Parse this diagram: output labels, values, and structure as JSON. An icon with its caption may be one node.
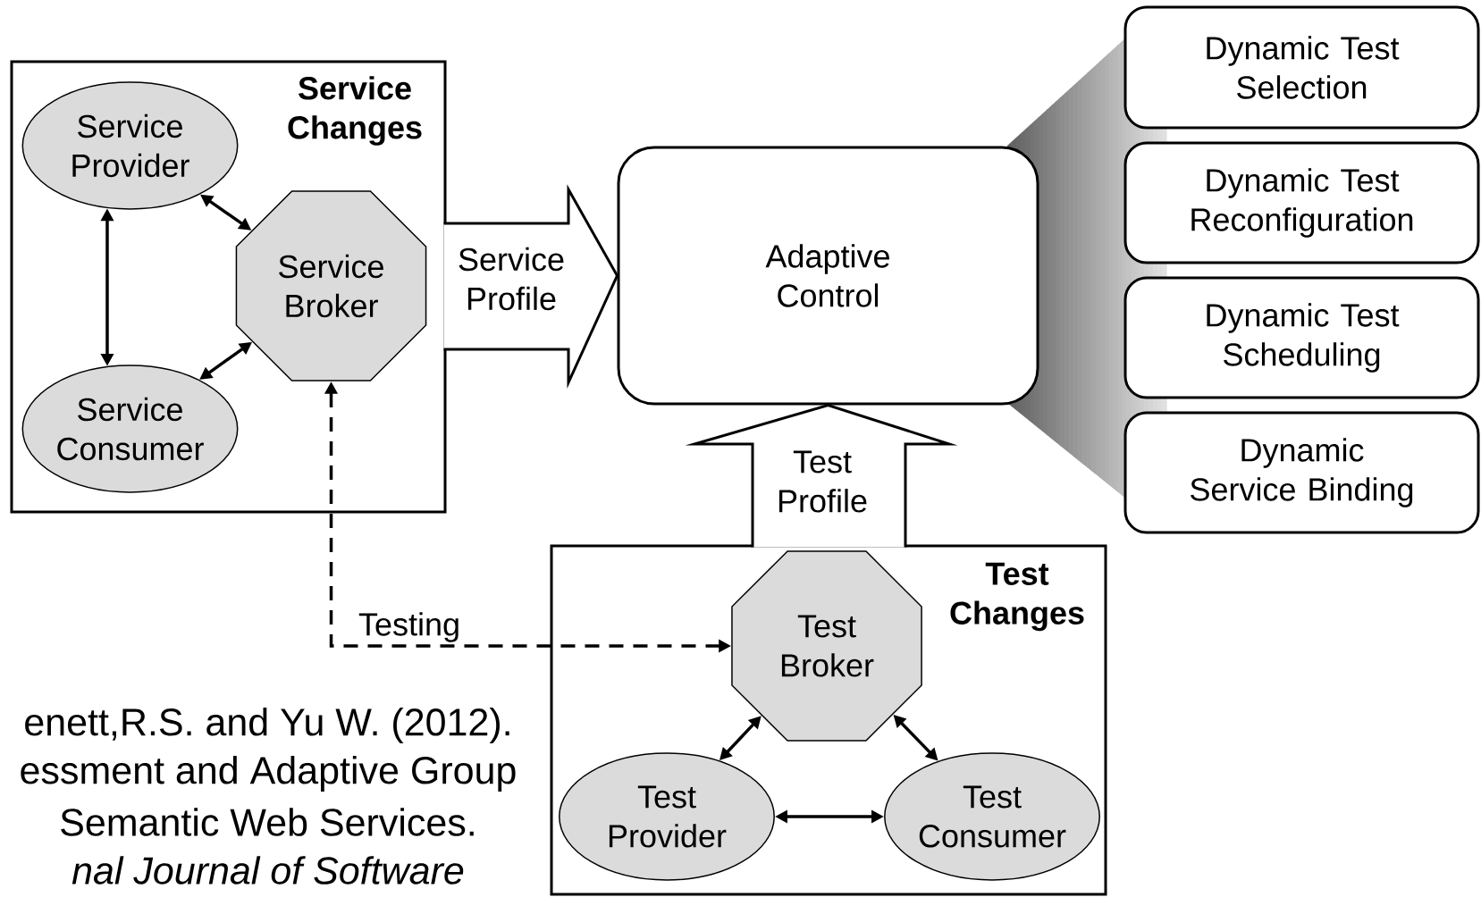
{
  "diagram": {
    "nodes": [
      {
        "text": [
          "Service Changes"
        ]
      },
      {
        "text": [
          "Service Provider"
        ],
        "in": 0
      },
      {
        "text": [
          "Service Broker"
        ],
        "in": 0
      },
      {
        "text": [
          "Service Consumer"
        ],
        "in": 0
      },
      {
        "text": [
          "Adaptive Control"
        ]
      },
      {
        "text": [
          "Dynamic Test Selection"
        ]
      },
      {
        "text": [
          "Dynamic Test Reconfiguration"
        ]
      },
      {
        "text": [
          "Dynamic Test Scheduling"
        ]
      },
      {
        "text": [
          "Dynamic Service Binding"
        ]
      },
      {
        "text": [
          "Test Changes"
        ]
      },
      {
        "text": [
          "Test Broker"
        ],
        "in": 9
      },
      {
        "text": [
          "Test Provider"
        ],
        "in": 9
      },
      {
        "text": [
          "Test Consumer"
        ],
        "in": 9
      }
    ],
    "edges": [
      {
        "from": 1,
        "to": 2,
        "arrow": "both"
      },
      {
        "from": 1,
        "to": 3,
        "arrow": "both"
      },
      {
        "from": 3,
        "to": 2,
        "arrow": "both"
      },
      {
        "from": 0,
        "to": 4,
        "arrow": "to",
        "label": "Service Profile"
      },
      {
        "from": 9,
        "to": 4,
        "arrow": "to",
        "label": "Test Profile"
      },
      {
        "from": 2,
        "to": 10,
        "arrow": "both",
        "label": "Testing",
        "style": "dashed"
      },
      {
        "from": 10,
        "to": 11,
        "arrow": "both"
      },
      {
        "from": 10,
        "to": 12,
        "arrow": "both"
      },
      {
        "from": 11,
        "to": 12,
        "arrow": "both"
      }
    ],
    "labels": [
      "enett,R.S. and Yu W. (2012).",
      "essment and Adaptive Group",
      "Semantic Web Services.",
      "nal Journal of Software"
    ]
  }
}
